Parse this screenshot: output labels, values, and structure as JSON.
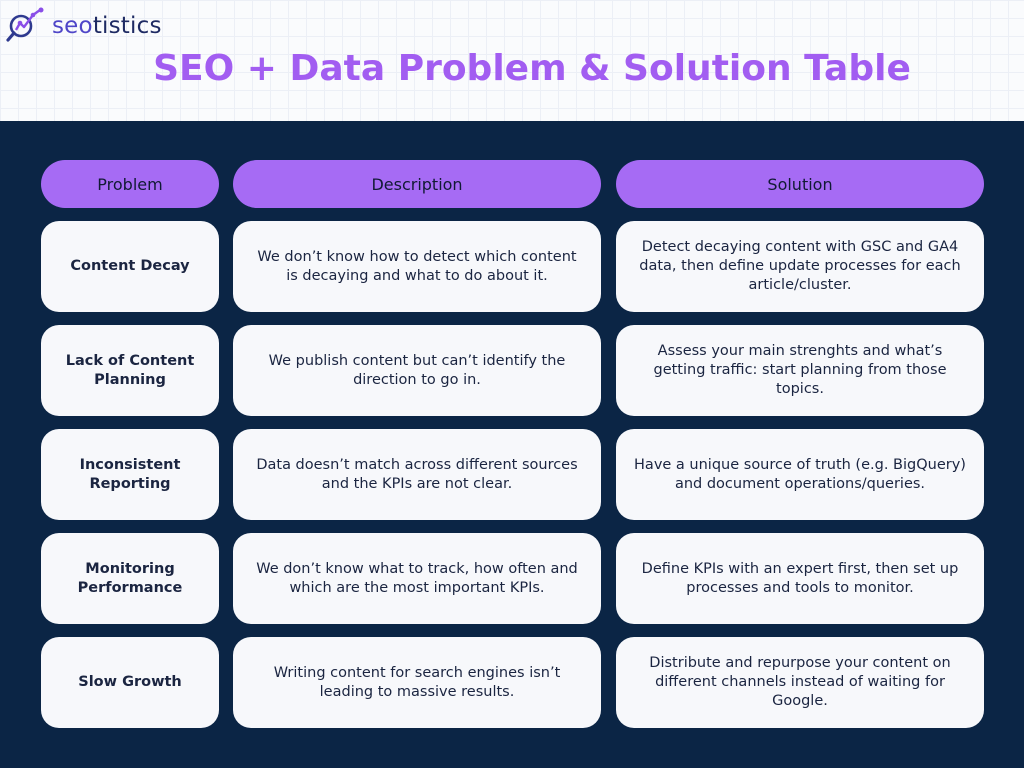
{
  "brand": {
    "logo_prefix": "seo",
    "logo_suffix": "tistics"
  },
  "title": "SEO + Data Problem & Solution Table",
  "table": {
    "headers": [
      "Problem",
      "Description",
      "Solution"
    ],
    "rows": [
      {
        "problem": "Content Decay",
        "description": "We don’t know how to detect which content is decaying and what to do about it.",
        "solution": "Detect decaying content with GSC and GA4 data, then define update processes for each article/cluster."
      },
      {
        "problem": "Lack of Content Planning",
        "description": "We publish content but can’t identify the direction to go in.",
        "solution": "Assess your main strenghts and what’s getting traffic: start planning from those topics."
      },
      {
        "problem": "Inconsistent Reporting",
        "description": "Data doesn’t match across different sources and the KPIs are not clear.",
        "solution": "Have a unique source of truth (e.g. BigQuery) and document operations/queries."
      },
      {
        "problem": "Monitoring Performance",
        "description": "We don’t know what to track, how often and which are the most important KPIs.",
        "solution": "Define KPIs with an expert first, then set up processes and tools to monitor."
      },
      {
        "problem": "Slow Growth",
        "description": "Writing content for search engines isn’t leading to massive results.",
        "solution": "Distribute and repurpose your content on different channels instead of waiting for Google."
      }
    ]
  },
  "colors": {
    "title": "#a25df1",
    "header_pill": "#a66bf4",
    "background": "#0b2545",
    "cell": "#f7f8fb",
    "logo_accent": "#4f46c8"
  },
  "icons": {
    "logo": "magnifier-trend-icon"
  }
}
